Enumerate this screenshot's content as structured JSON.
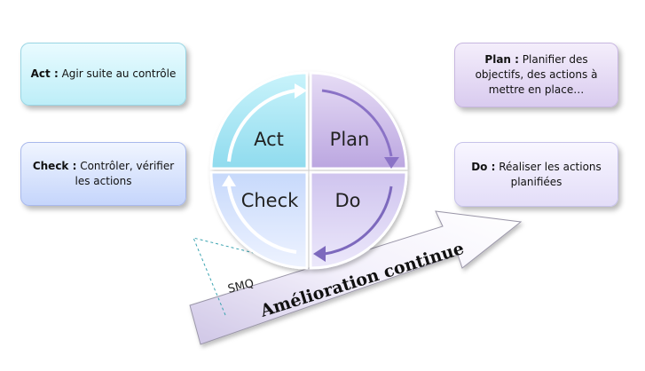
{
  "boxes": {
    "act": {
      "term": "Act :",
      "desc": " Agir suite au contrôle"
    },
    "check": {
      "term": "Check :",
      "desc": " Contrôler, vérifier les actions"
    },
    "plan": {
      "term": "Plan :",
      "desc": " Planifier des objectifs, des actions à mettre en place…"
    },
    "do": {
      "term": "Do :",
      "desc": " Réaliser les actions planifiées"
    }
  },
  "quadrants": {
    "act": "Act",
    "plan": "Plan",
    "check": "Check",
    "do": "Do"
  },
  "smq": "SMQ",
  "arrow_label": "Amélioration continue"
}
